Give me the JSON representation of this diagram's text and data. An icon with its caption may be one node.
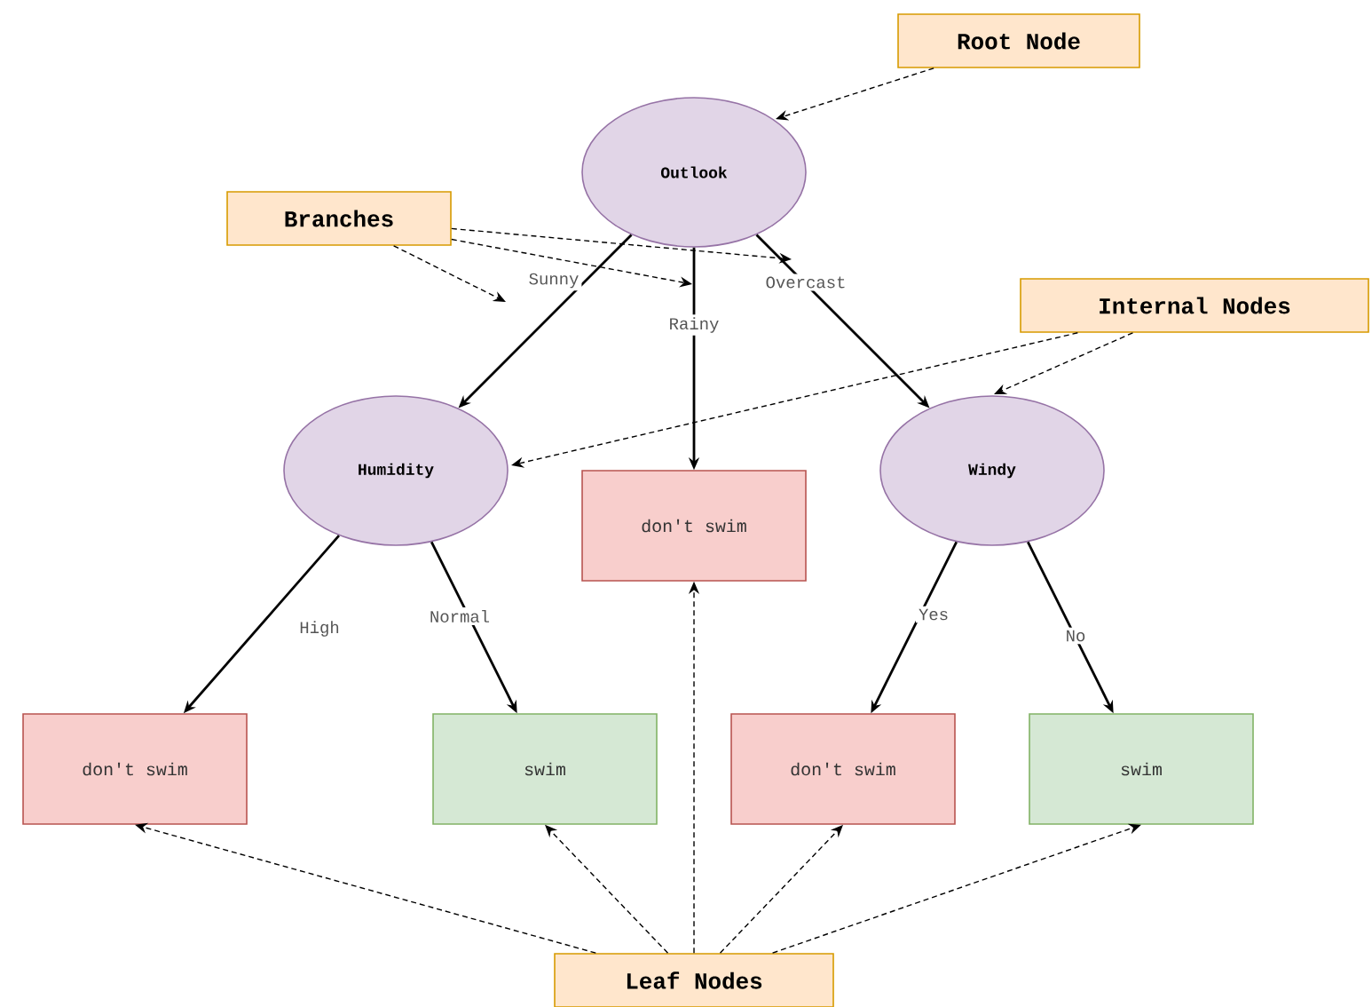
{
  "diagram": {
    "nodes": [
      {
        "text": [
          "Root Node"
        ]
      },
      {
        "text": [
          "Outlook"
        ]
      },
      {
        "text": [
          "Branches"
        ]
      },
      {
        "text": [
          "Internal Nodes"
        ]
      },
      {
        "text": [
          "Humidity"
        ]
      },
      {
        "text": [
          "don't swim"
        ]
      },
      {
        "text": [
          "Windy"
        ]
      },
      {
        "text": [
          "don't swim"
        ]
      },
      {
        "text": [
          "swim"
        ]
      },
      {
        "text": [
          "don't swim"
        ]
      },
      {
        "text": [
          "swim"
        ]
      },
      {
        "text": [
          "Leaf Nodes"
        ]
      }
    ],
    "edges": [
      {
        "from": 0,
        "to": 1,
        "arrow": "to",
        "style": "dashed"
      },
      {
        "from": 2,
        "to": null,
        "arrow": "to",
        "style": "dashed"
      },
      {
        "from": 2,
        "to": null,
        "arrow": "to",
        "style": "dashed"
      },
      {
        "from": 2,
        "to": null,
        "arrow": "to",
        "style": "dashed"
      },
      {
        "from": 1,
        "to": 4,
        "arrow": "to",
        "label": "Sunny"
      },
      {
        "from": 1,
        "to": 5,
        "arrow": "to",
        "label": "Rainy"
      },
      {
        "from": 1,
        "to": 6,
        "arrow": "to",
        "label": "Overcast"
      },
      {
        "from": 3,
        "to": 4,
        "arrow": "to",
        "style": "dashed"
      },
      {
        "from": 3,
        "to": 6,
        "arrow": "to",
        "style": "dashed"
      },
      {
        "from": 4,
        "to": 7,
        "arrow": "to",
        "label": "High"
      },
      {
        "from": 4,
        "to": 8,
        "arrow": "to",
        "label": "Normal"
      },
      {
        "from": 6,
        "to": 9,
        "arrow": "to",
        "label": "Yes"
      },
      {
        "from": 6,
        "to": 10,
        "arrow": "to",
        "label": "No"
      },
      {
        "from": 11,
        "to": 7,
        "arrow": "to",
        "style": "dashed"
      },
      {
        "from": 11,
        "to": 8,
        "arrow": "to",
        "style": "dashed"
      },
      {
        "from": 11,
        "to": 5,
        "arrow": "to",
        "style": "dashed"
      },
      {
        "from": 11,
        "to": 9,
        "arrow": "to",
        "style": "dashed"
      },
      {
        "from": 11,
        "to": 10,
        "arrow": "to",
        "style": "dashed"
      }
    ]
  }
}
